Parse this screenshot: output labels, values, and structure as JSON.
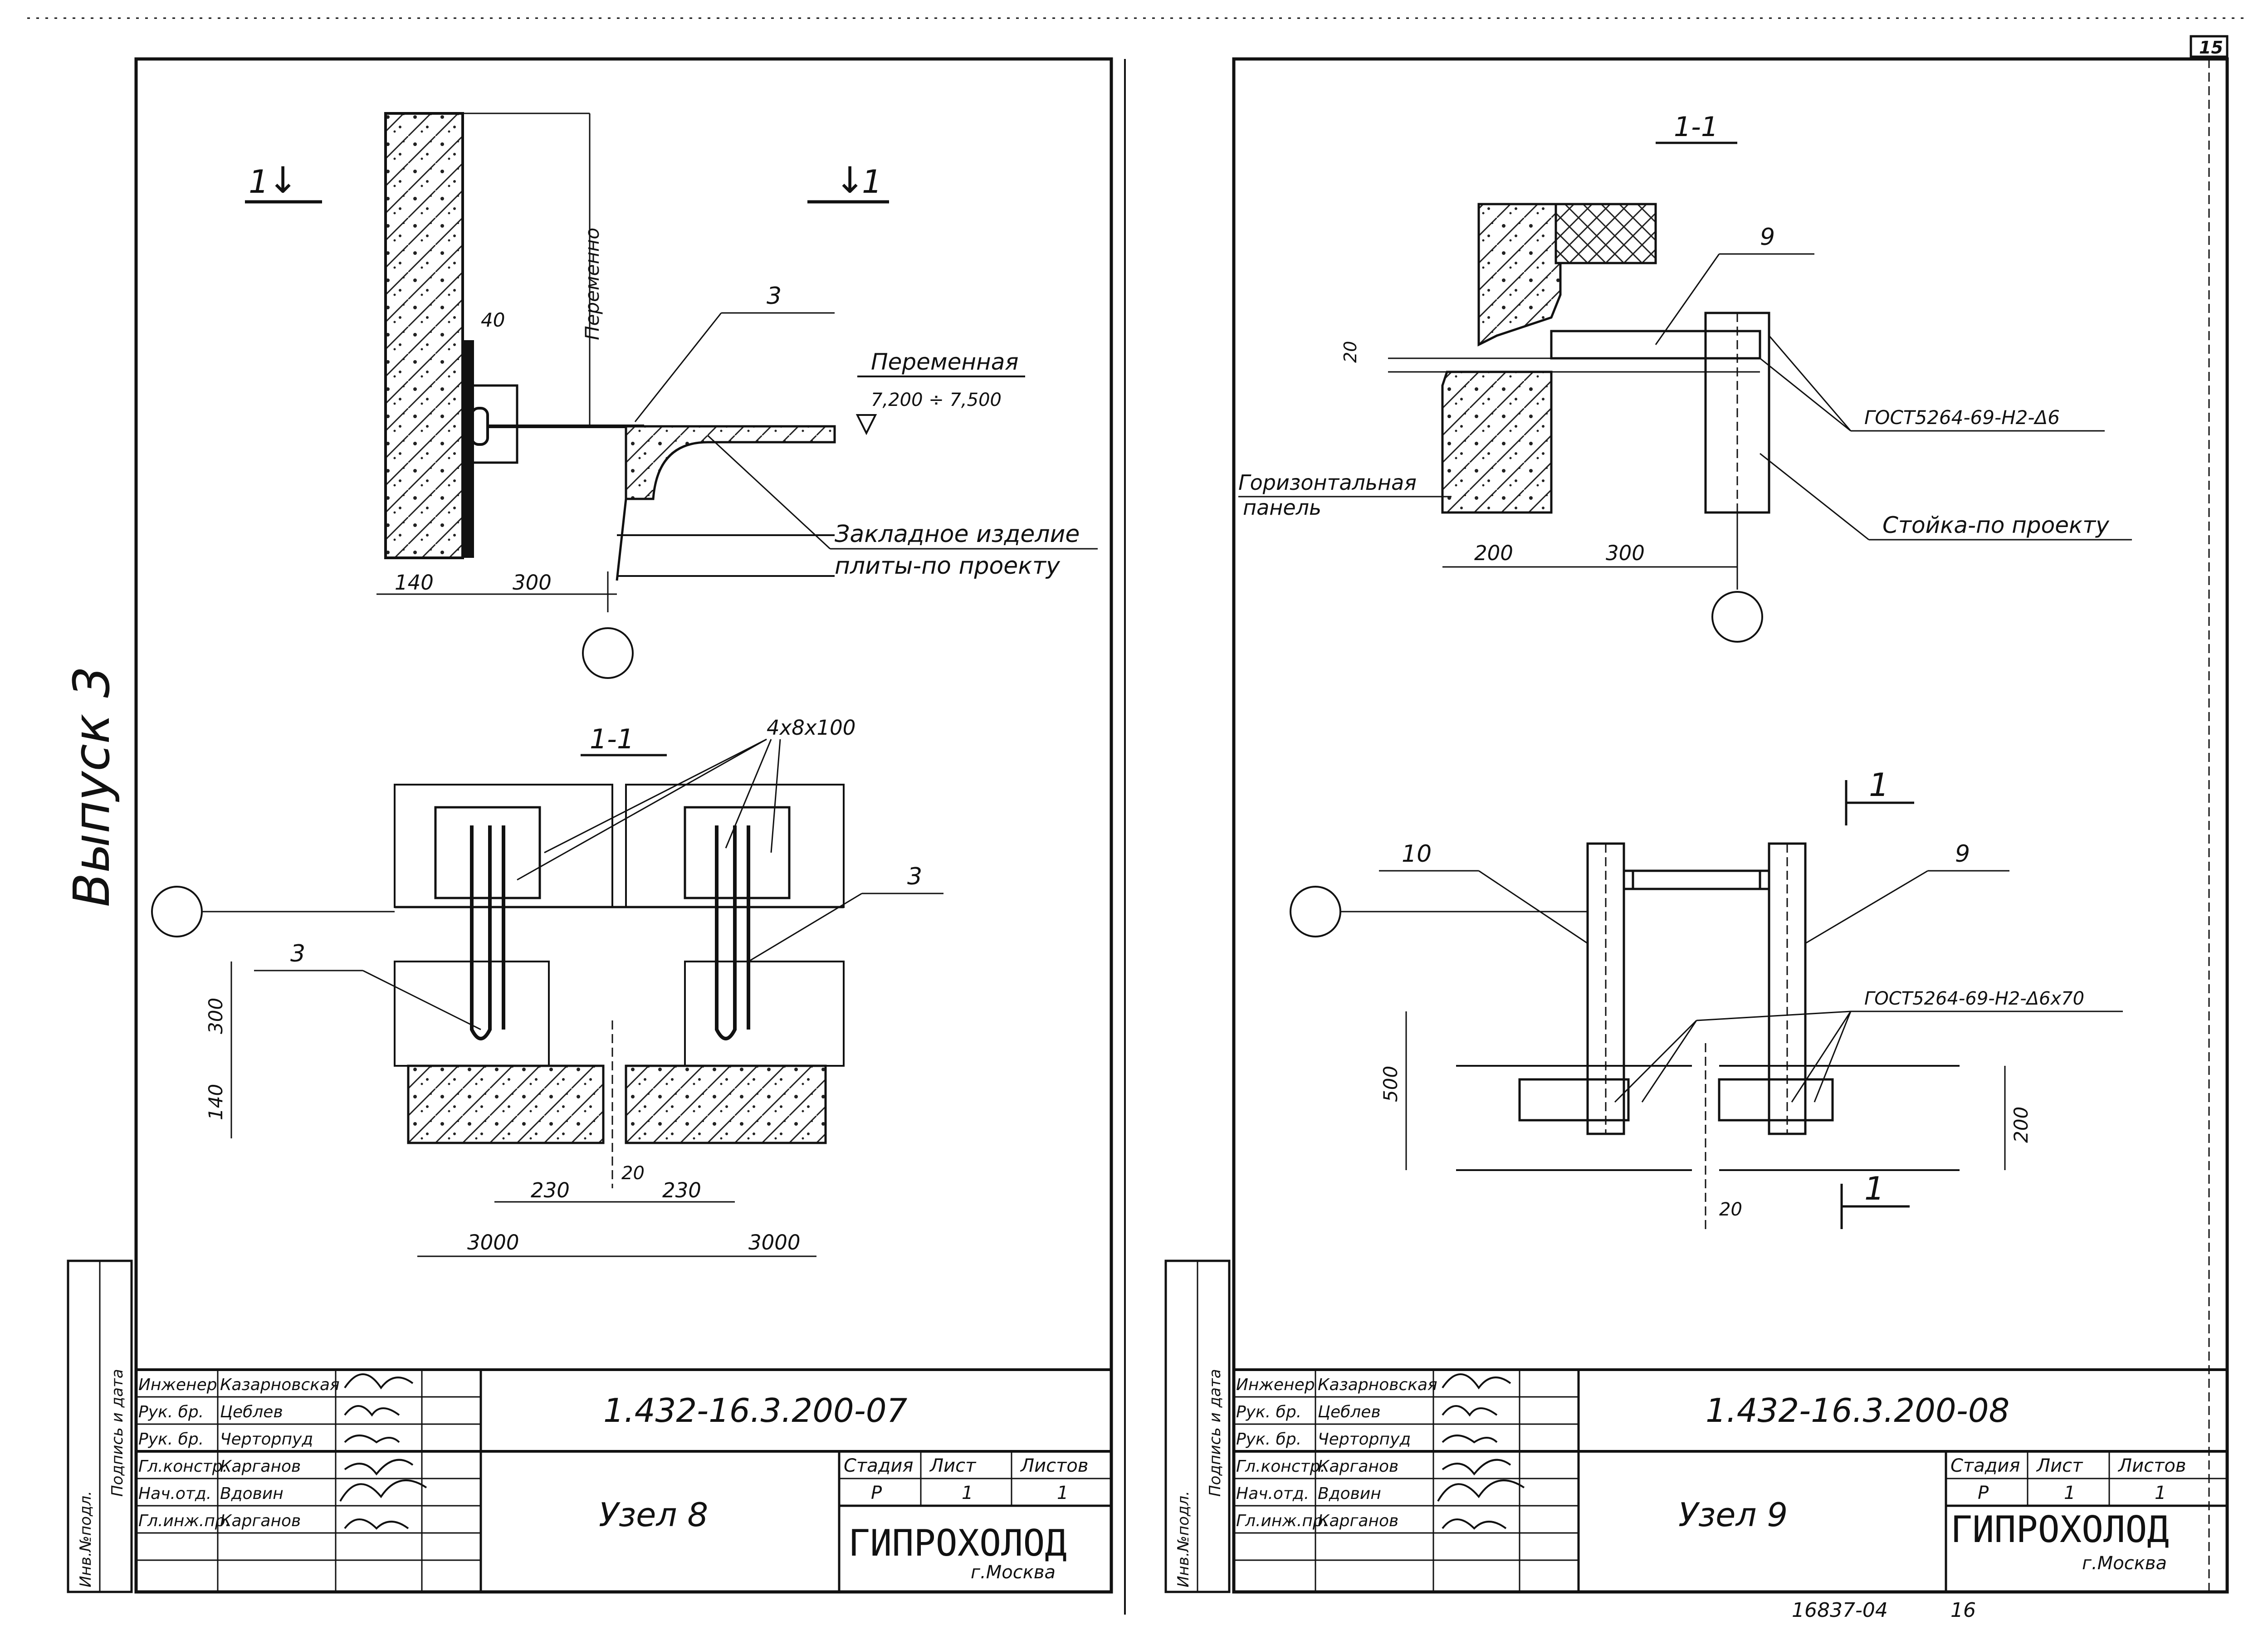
{
  "page_number": "15",
  "vertical_label": "Выпуск 3",
  "sheet_left": {
    "section_label": "1-1",
    "section_mark_left": "1",
    "section_mark_right": "1",
    "callout_item": "3",
    "dim_var_vertical": "Переменно",
    "level_label": "Переменная",
    "level_range": "7,200 ÷ 7,500",
    "embedded_note_line1": "Закладное изделие",
    "embedded_note_line2": "плиты-по проекту",
    "dims_top": [
      "40",
      "140",
      "300"
    ],
    "plan_label": "1-1",
    "plan_anchor_label": "4х8х100",
    "plan_item_left": "3",
    "plan_item_right": "3",
    "plan_dims_vertical": [
      "300",
      "140"
    ],
    "plan_dims_bottom": [
      "20",
      "230",
      "230",
      "3000",
      "3000"
    ],
    "title_code": "1.432-16.3.200-07",
    "node_title": "Узел 8",
    "stage_headers": [
      "Стадия",
      "Лист",
      "Листов"
    ],
    "stage_values": [
      "Р",
      "1",
      "1"
    ],
    "org": "ГИПРОХОЛОД",
    "org_city": "г.Москва",
    "staff": [
      {
        "role": "Инженер",
        "name": "Казарновская"
      },
      {
        "role": "Рук. бр.",
        "name": "Цеблев"
      },
      {
        "role": "Рук. бр.",
        "name": "Черторпуд"
      },
      {
        "role": "Гл.констр.",
        "name": "Карганов"
      },
      {
        "role": "Нач.отд.",
        "name": "Вдовин"
      },
      {
        "role": "Гл.инж.пр.",
        "name": "Карганов"
      }
    ],
    "side_stamp": [
      "Инв.№подл.",
      "Подпись и дата"
    ]
  },
  "sheet_right": {
    "section_label": "1-1",
    "callout_item": "9",
    "dim_20": "20",
    "weld_note": "ГОСТ5264-69-Н2-Δ6",
    "panel_note_line1": "Горизонтальная",
    "panel_note_line2": "панель",
    "column_note": "Стойка-по проекту",
    "dims_top": [
      "200",
      "300"
    ],
    "plan_mark_top": "1",
    "plan_mark_bottom": "1",
    "plan_item_left": "10",
    "plan_item_right": "9",
    "plan_weld_note": "ГОСТ5264-69-Н2-Δ6х70",
    "plan_dims": [
      "500",
      "200",
      "20"
    ],
    "title_code": "1.432-16.3.200-08",
    "node_title": "Узел 9",
    "stage_headers": [
      "Стадия",
      "Лист",
      "Листов"
    ],
    "stage_values": [
      "Р",
      "1",
      "1"
    ],
    "org": "ГИПРОХОЛОД",
    "org_city": "г.Москва",
    "staff": [
      {
        "role": "Инженер",
        "name": "Казарновская"
      },
      {
        "role": "Рук. бр.",
        "name": "Цеблев"
      },
      {
        "role": "Рук. бр.",
        "name": "Черторпуд"
      },
      {
        "role": "Гл.констр.",
        "name": "Карганов"
      },
      {
        "role": "Нач.отд.",
        "name": "Вдовин"
      },
      {
        "role": "Гл.инж.пр.",
        "name": "Карганов"
      }
    ],
    "side_stamp": [
      "Инв.№подл.",
      "Подпись и дата"
    ],
    "footer_code": "16837-04",
    "footer_page": "16"
  }
}
